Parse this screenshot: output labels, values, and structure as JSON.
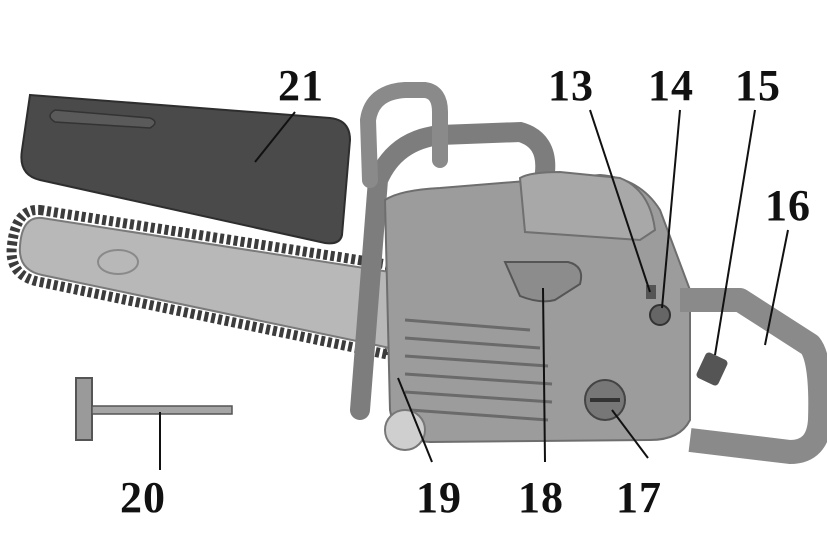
{
  "labels": {
    "n13": "13",
    "n14": "14",
    "n15": "15",
    "n16": "16",
    "n17": "17",
    "n18": "18",
    "n19": "19",
    "n20": "20",
    "n21": "21"
  },
  "colors": {
    "body": "#9c9c9c",
    "body_dark": "#6e6e6e",
    "bar": "#b8b8b8",
    "cover": "#4a4a4a",
    "chain": "#3c3c3c",
    "text": "#111111"
  }
}
